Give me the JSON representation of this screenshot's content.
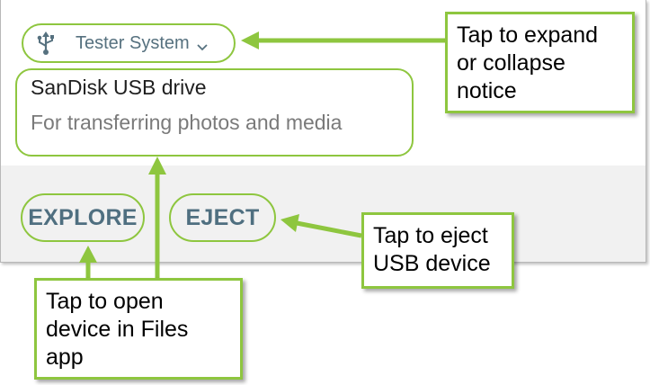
{
  "notification": {
    "app_name": "Tester System",
    "title": "SanDisk USB drive",
    "description": "For transferring photos and media",
    "icon": "usb-icon",
    "expand_icon": "chevron-down-icon",
    "actions": {
      "explore_label": "EXPLORE",
      "eject_label": "EJECT"
    }
  },
  "callouts": {
    "expand": "Tap to expand or collapse notice",
    "eject": "Tap to eject USB device",
    "open": "Tap to open device in Files app"
  },
  "colors": {
    "highlight": "#8ec63f",
    "button_text": "#4f6f80",
    "header_text": "#56717f",
    "actions_background": "#f1f1f1"
  }
}
